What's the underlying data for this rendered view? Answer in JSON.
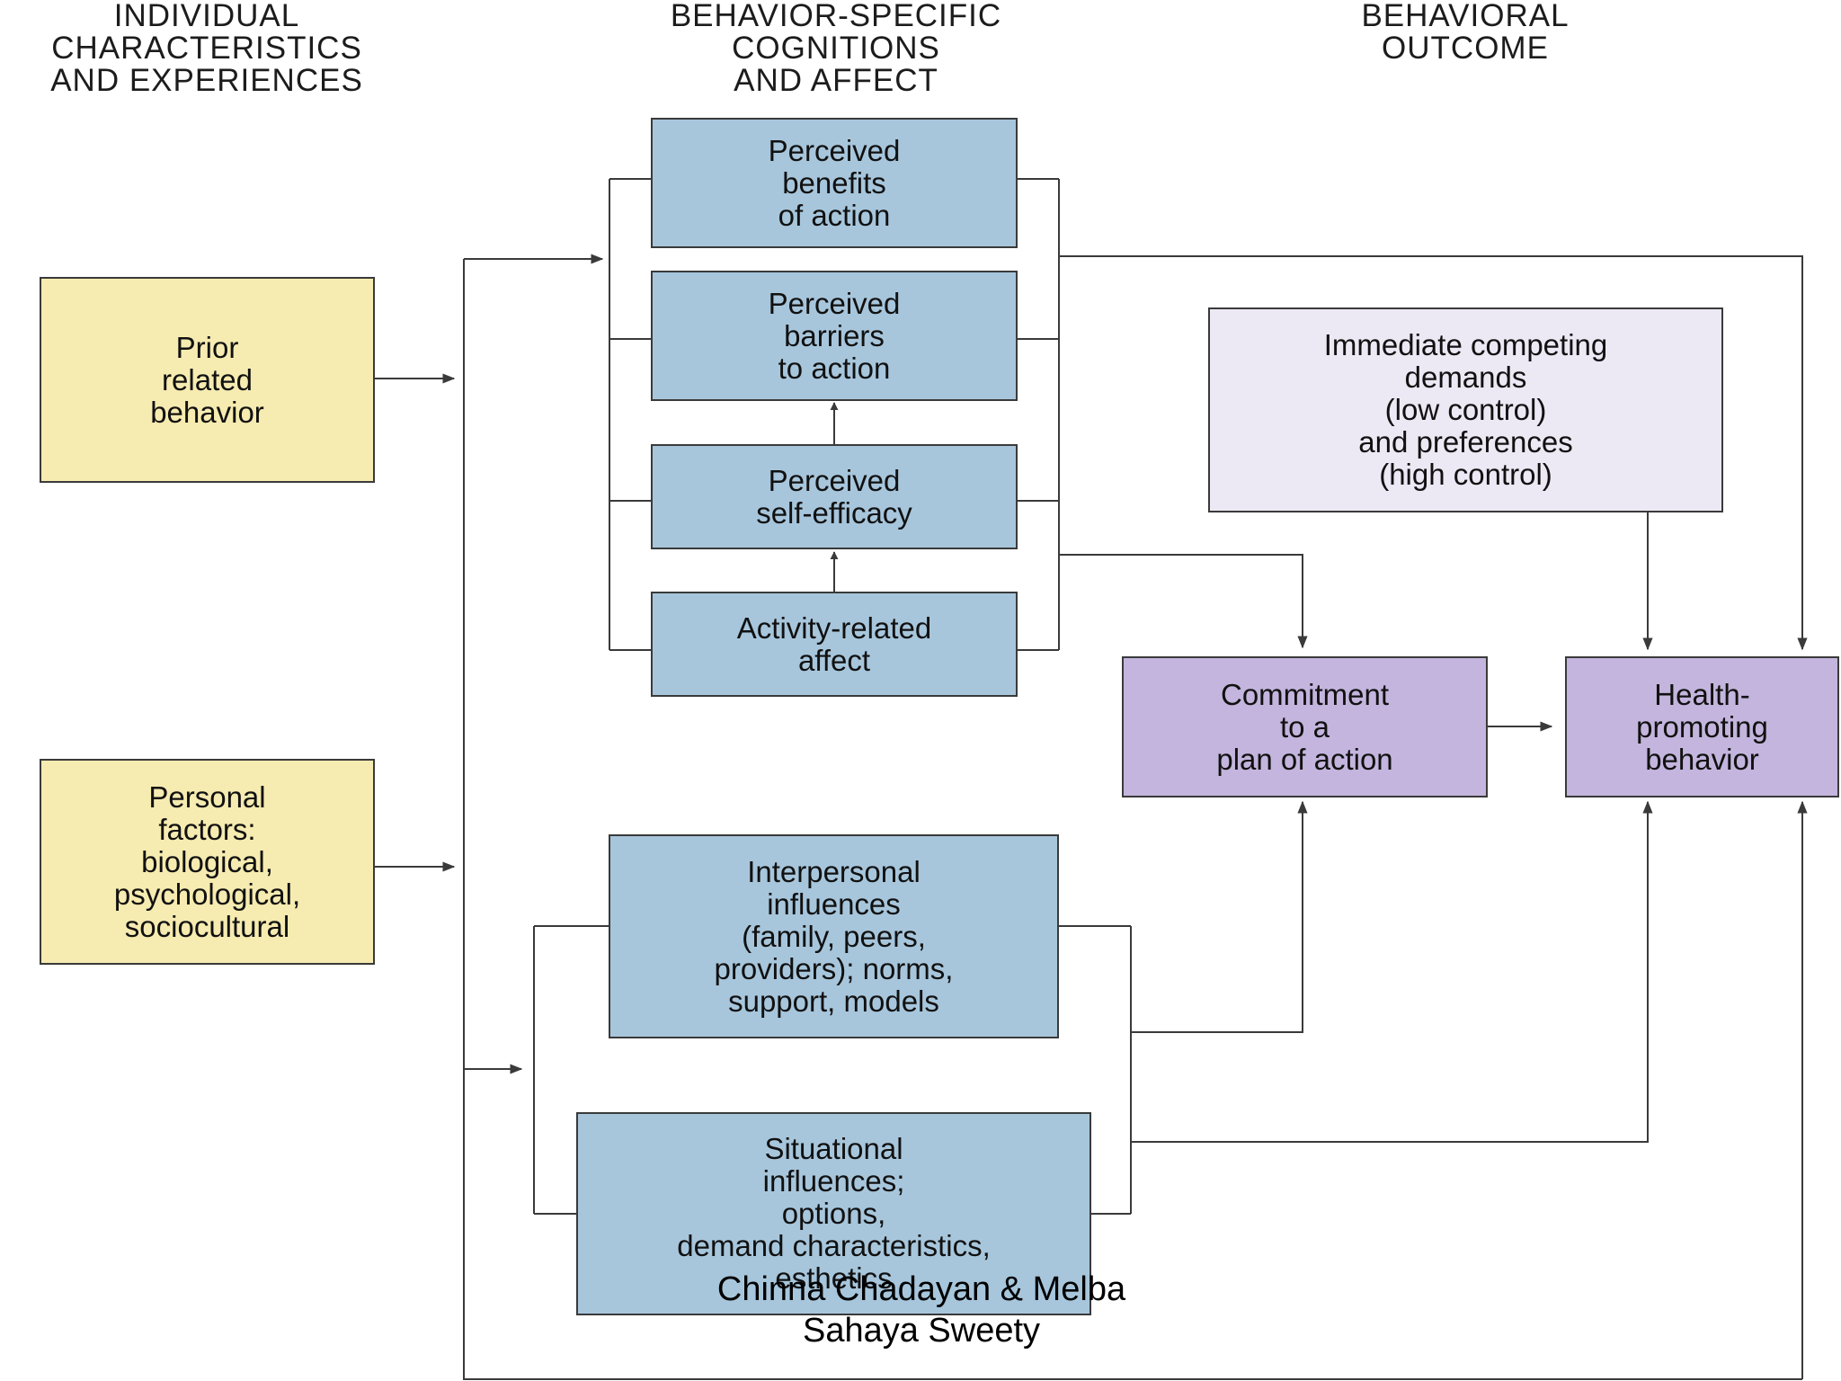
{
  "headers": {
    "col1": [
      "INDIVIDUAL",
      "CHARACTERISTICS",
      "AND EXPERIENCES"
    ],
    "col2": [
      "BEHAVIOR-SPECIFIC",
      "COGNITIONS",
      "AND AFFECT"
    ],
    "col3": [
      "BEHAVIORAL",
      "OUTCOME"
    ]
  },
  "boxes": {
    "prior_behavior": [
      "Prior",
      "related",
      "behavior"
    ],
    "personal_factors": [
      "Personal",
      "factors:",
      "biological,",
      "psychological,",
      "sociocultural"
    ],
    "perceived_benefits": [
      "Perceived",
      "benefits",
      "of action"
    ],
    "perceived_barriers": [
      "Perceived",
      "barriers",
      "to action"
    ],
    "self_efficacy": [
      "Perceived",
      "self-efficacy"
    ],
    "activity_affect": [
      "Activity-related",
      "affect"
    ],
    "interpersonal": [
      "Interpersonal",
      "influences",
      "(family, peers,",
      "providers); norms,",
      "support, models"
    ],
    "situational": [
      "Situational",
      "influences;",
      "options,",
      "demand characteristics,",
      "esthetics"
    ],
    "competing_demands": [
      "Immediate competing",
      "demands",
      "(low control)",
      "and preferences",
      "(high control)"
    ],
    "commitment": [
      "Commitment",
      "to a",
      "plan of action"
    ],
    "health_behavior": [
      "Health-",
      "promoting",
      "behavior"
    ]
  },
  "credit": [
    "Chinna Chadayan & Melba",
    "Sahaya Sweety"
  ],
  "colors": {
    "yellow": "#f6ebb0",
    "blue": "#a7c6dc",
    "purple": "#c3b5dd",
    "lavender": "#ece8f4",
    "line": "#3a3a3a"
  }
}
